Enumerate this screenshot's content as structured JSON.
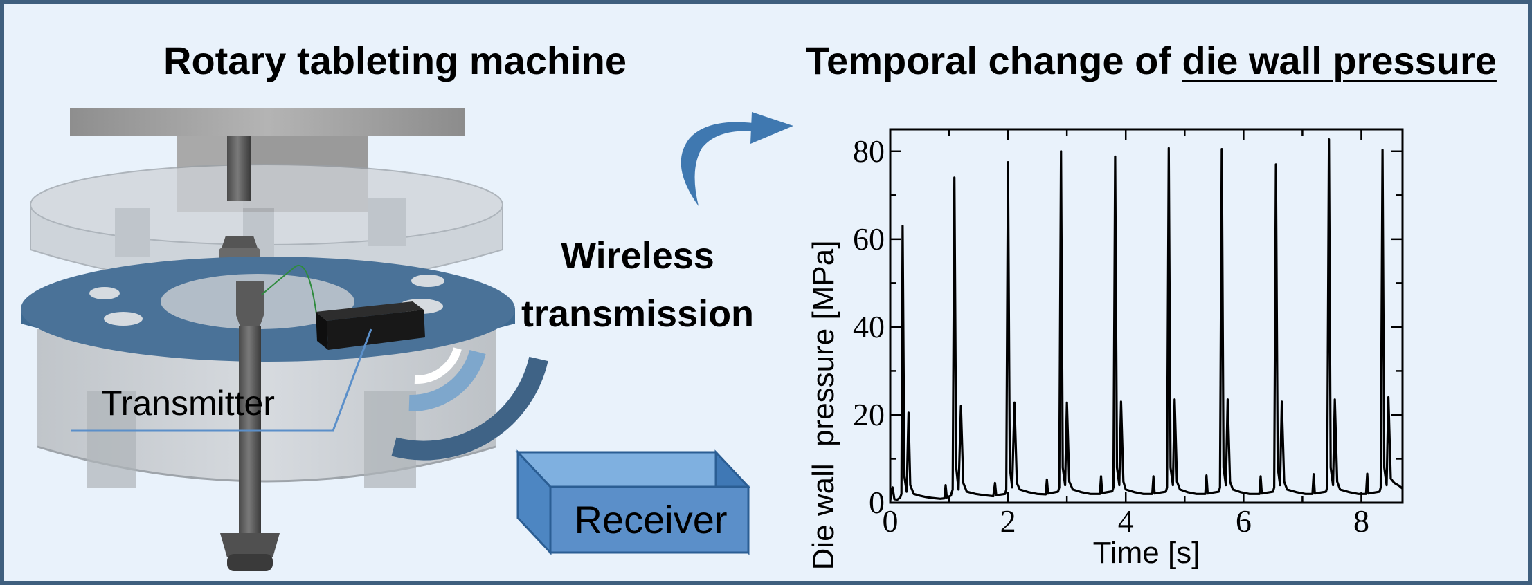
{
  "titles": {
    "left": "Rotary tableting machine",
    "right_prefix": "Temporal change of ",
    "right_underlined": "die wall pressure"
  },
  "labels": {
    "wireless_line1": "Wireless",
    "wireless_line2": "transmission",
    "transmitter": "Transmitter",
    "receiver": "Receiver"
  },
  "colors": {
    "frame": "#3f5f7e",
    "background": "#e9f2fb",
    "table_blue": "#4a7298",
    "receiver_blue": "#5b8fc9",
    "arrow_blue": "#3f78b0"
  },
  "icons": [
    "curved-arrow-icon",
    "wireless-waves-icon"
  ],
  "chart_data": {
    "type": "line",
    "xlabel": "Time [s]",
    "ylabel": "Die wall  pressure [MPa]",
    "xlim": [
      0,
      8.7
    ],
    "ylim": [
      0,
      85
    ],
    "xticks": [
      0,
      2,
      4,
      6,
      8
    ],
    "yticks": [
      0,
      20,
      40,
      60,
      80
    ],
    "series": [
      {
        "points": [
          [
            0,
            0.5
          ],
          [
            0.04,
            3.5
          ],
          [
            0.07,
            0.8
          ],
          [
            0.12,
            0.7
          ],
          [
            0.17,
            1.2
          ],
          [
            0.19,
            2
          ],
          [
            0.21,
            63
          ],
          [
            0.24,
            6
          ],
          [
            0.28,
            2.5
          ],
          [
            0.31,
            20.5
          ],
          [
            0.34,
            4
          ],
          [
            0.4,
            2
          ],
          [
            0.5,
            1.6
          ],
          [
            0.6,
            1.3
          ],
          [
            0.7,
            1.1
          ],
          [
            0.85,
            0.9
          ],
          [
            0.92,
            1
          ],
          [
            0.94,
            4
          ],
          [
            0.96,
            1.2
          ],
          [
            1.03,
            1.6
          ],
          [
            1.06,
            3
          ],
          [
            1.09,
            74
          ],
          [
            1.12,
            8
          ],
          [
            1.16,
            3
          ],
          [
            1.2,
            22
          ],
          [
            1.24,
            4.5
          ],
          [
            1.3,
            2.5
          ],
          [
            1.45,
            2
          ],
          [
            1.6,
            1.7
          ],
          [
            1.75,
            1.5
          ],
          [
            1.78,
            4.5
          ],
          [
            1.8,
            1.7
          ],
          [
            1.95,
            2
          ],
          [
            1.97,
            3
          ],
          [
            2.0,
            77.5
          ],
          [
            2.03,
            8
          ],
          [
            2.07,
            3.5
          ],
          [
            2.11,
            22.8
          ],
          [
            2.15,
            4.5
          ],
          [
            2.2,
            3
          ],
          [
            2.35,
            2.4
          ],
          [
            2.5,
            2
          ],
          [
            2.64,
            1.9
          ],
          [
            2.66,
            5.3
          ],
          [
            2.68,
            2.1
          ],
          [
            2.85,
            2.5
          ],
          [
            2.87,
            3.5
          ],
          [
            2.9,
            80
          ],
          [
            2.93,
            8
          ],
          [
            2.97,
            4
          ],
          [
            3.0,
            22.8
          ],
          [
            3.04,
            4.8
          ],
          [
            3.1,
            3
          ],
          [
            3.25,
            2.4
          ],
          [
            3.4,
            2
          ],
          [
            3.56,
            2
          ],
          [
            3.58,
            6
          ],
          [
            3.6,
            2.2
          ],
          [
            3.77,
            2.6
          ],
          [
            3.79,
            3.5
          ],
          [
            3.82,
            78.8
          ],
          [
            3.85,
            8
          ],
          [
            3.89,
            4
          ],
          [
            3.92,
            23
          ],
          [
            3.96,
            4.8
          ],
          [
            4.0,
            3
          ],
          [
            4.15,
            2.4
          ],
          [
            4.3,
            2
          ],
          [
            4.45,
            2
          ],
          [
            4.47,
            6
          ],
          [
            4.49,
            2.1
          ],
          [
            4.68,
            2.5
          ],
          [
            4.7,
            3.5
          ],
          [
            4.73,
            80.7
          ],
          [
            4.76,
            8
          ],
          [
            4.8,
            4
          ],
          [
            4.83,
            23.5
          ],
          [
            4.87,
            4.8
          ],
          [
            4.92,
            3
          ],
          [
            5.05,
            2.4
          ],
          [
            5.2,
            2
          ],
          [
            5.35,
            2
          ],
          [
            5.37,
            6.2
          ],
          [
            5.39,
            2.1
          ],
          [
            5.58,
            2.5
          ],
          [
            5.6,
            3.5
          ],
          [
            5.63,
            80.5
          ],
          [
            5.66,
            8
          ],
          [
            5.7,
            4
          ],
          [
            5.73,
            23.5
          ],
          [
            5.77,
            4.8
          ],
          [
            5.82,
            3
          ],
          [
            5.95,
            2.4
          ],
          [
            6.1,
            2
          ],
          [
            6.27,
            2
          ],
          [
            6.29,
            6
          ],
          [
            6.31,
            2.1
          ],
          [
            6.5,
            2.5
          ],
          [
            6.52,
            3.5
          ],
          [
            6.55,
            77
          ],
          [
            6.58,
            8
          ],
          [
            6.62,
            4
          ],
          [
            6.65,
            23
          ],
          [
            6.69,
            4.8
          ],
          [
            6.74,
            3
          ],
          [
            6.9,
            2.4
          ],
          [
            7.05,
            2
          ],
          [
            7.17,
            2
          ],
          [
            7.19,
            6.5
          ],
          [
            7.21,
            2.1
          ],
          [
            7.4,
            2.5
          ],
          [
            7.42,
            3.5
          ],
          [
            7.45,
            82.7
          ],
          [
            7.48,
            8
          ],
          [
            7.52,
            4
          ],
          [
            7.55,
            23.5
          ],
          [
            7.59,
            4.8
          ],
          [
            7.64,
            3
          ],
          [
            7.8,
            2.4
          ],
          [
            7.95,
            2
          ],
          [
            8.08,
            2
          ],
          [
            8.1,
            6.6
          ],
          [
            8.12,
            2.1
          ],
          [
            8.31,
            2.5
          ],
          [
            8.33,
            3.5
          ],
          [
            8.36,
            80.3
          ],
          [
            8.39,
            8
          ],
          [
            8.43,
            4
          ],
          [
            8.46,
            24
          ],
          [
            8.5,
            5.5
          ],
          [
            8.56,
            4.5
          ],
          [
            8.65,
            3.8
          ],
          [
            8.7,
            3.2
          ]
        ]
      }
    ]
  }
}
